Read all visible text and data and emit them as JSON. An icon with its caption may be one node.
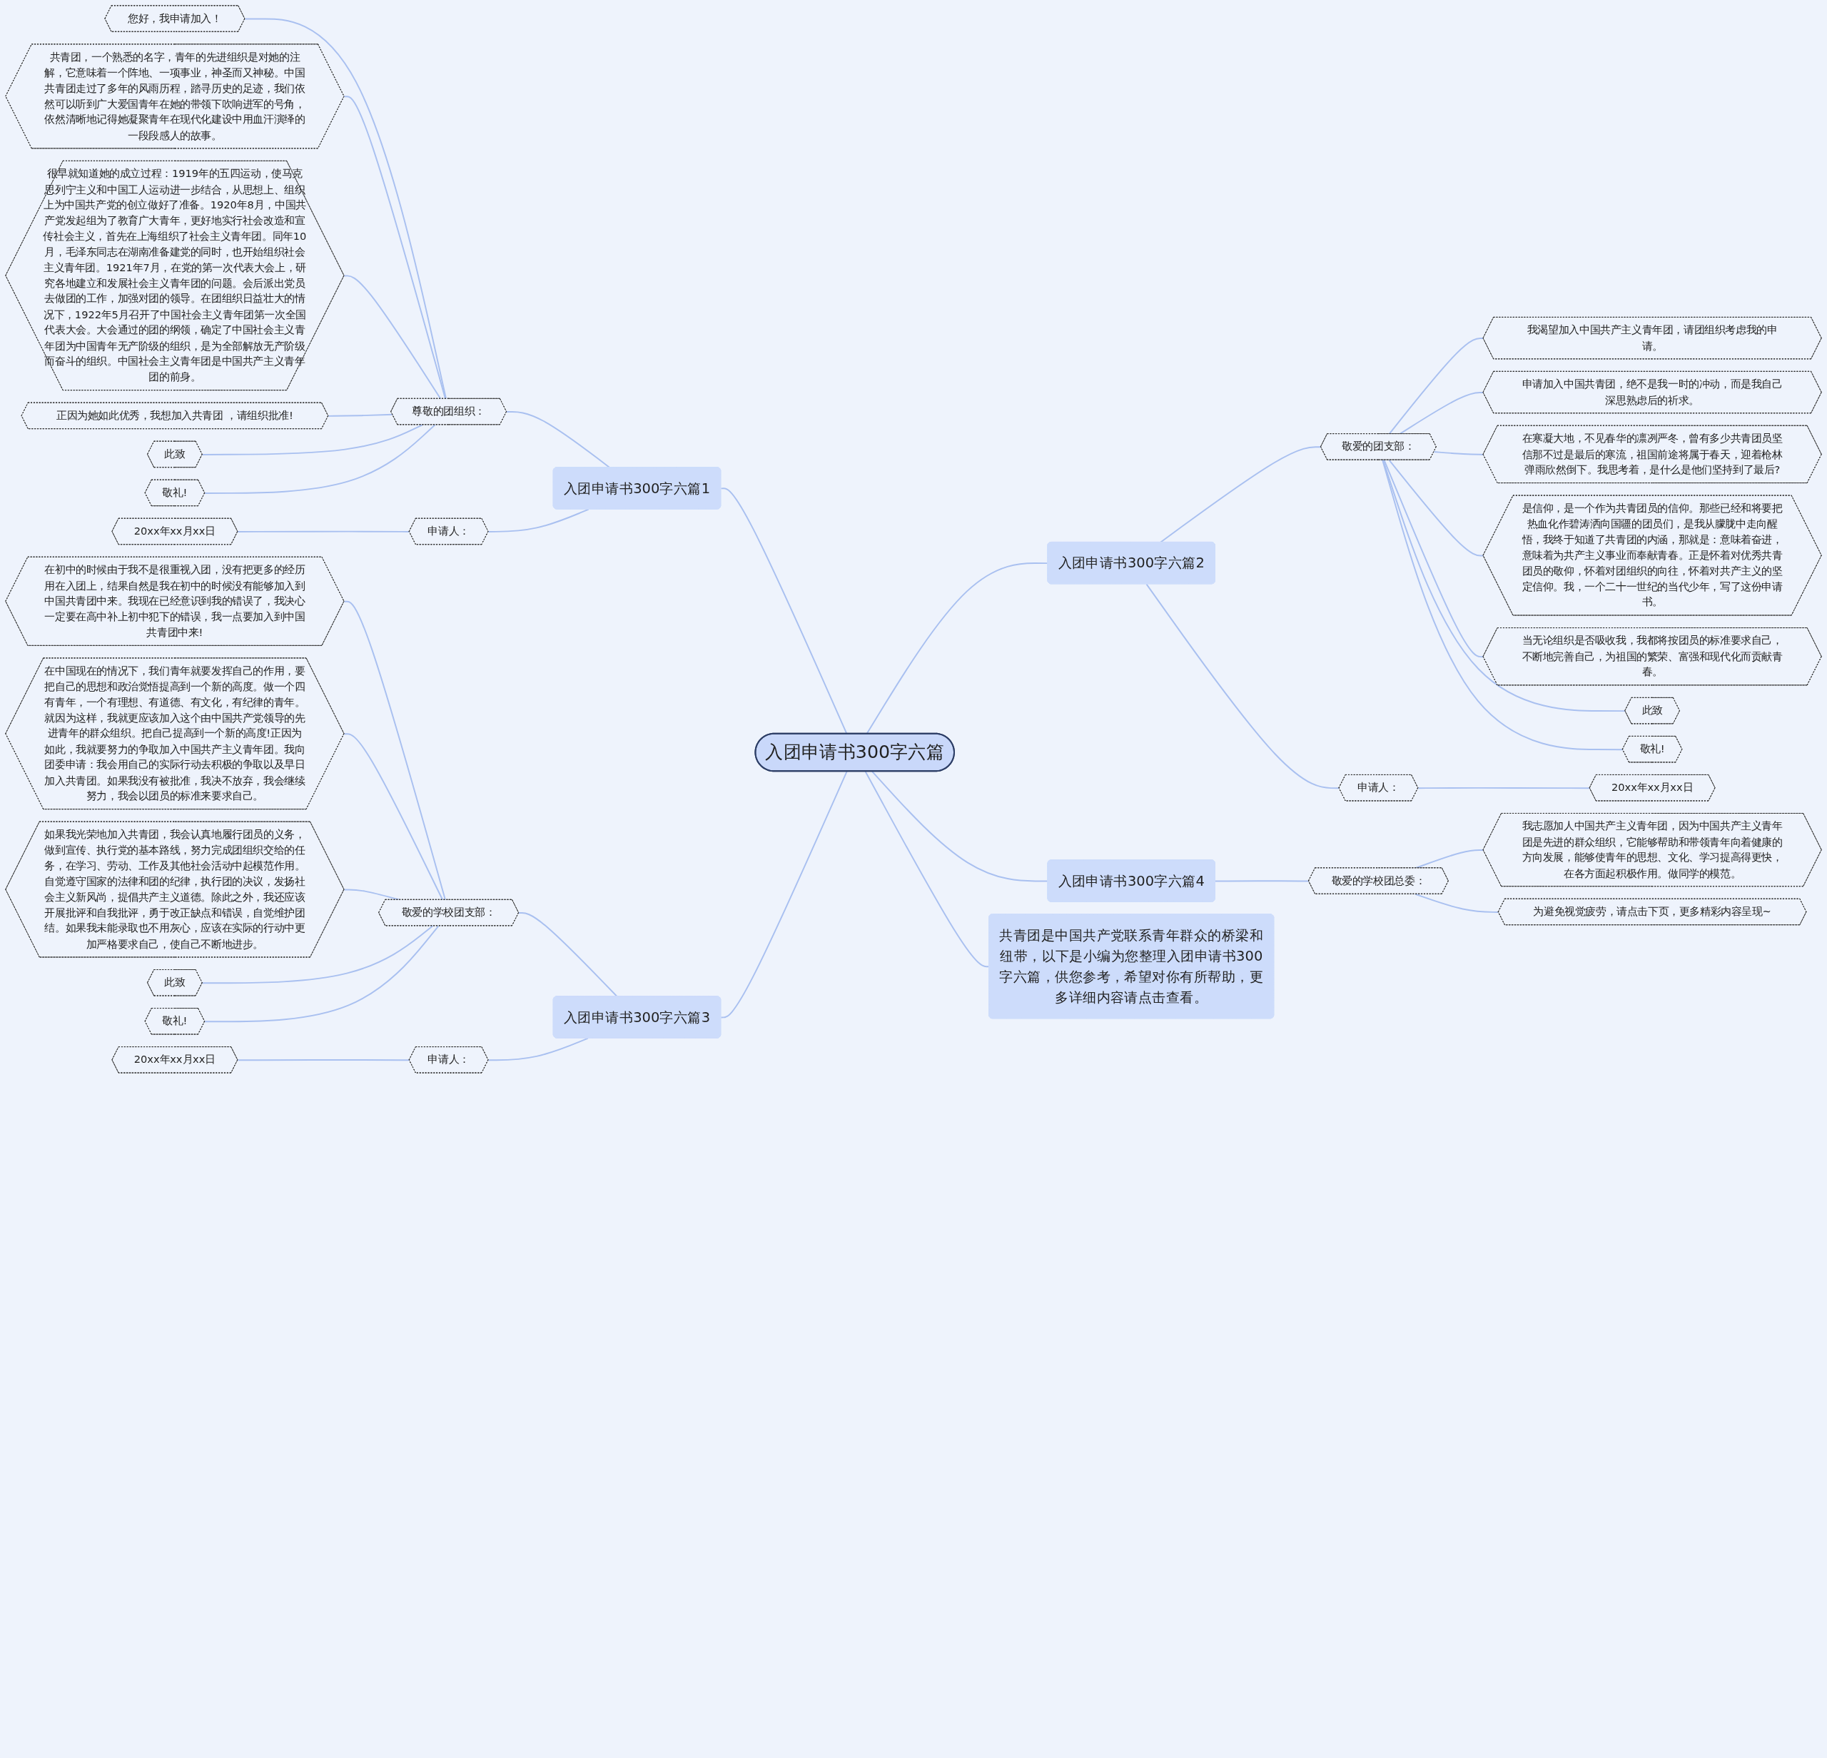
{
  "diagram": {
    "nodes": [
      {
        "text": [
          "入团申请书300字六篇"
        ]
      },
      {
        "text": [
          "共青团是中国共产党联系青年群众的桥梁和纽带，以下是小编为您整理入团申请书300字六篇，供您参考，希望对你有所帮助，更多详细内容请点击查看。"
        ]
      },
      {
        "text": [
          "入团申请书300字六篇1"
        ]
      },
      {
        "text": [
          "尊敬的团组织："
        ]
      },
      {
        "text": [
          "您好，我申请加入！"
        ]
      },
      {
        "text": [
          "共青团，一个熟悉的名字，青年的先进组织是对她的注解，它意味着一个阵地、一项事业，神圣而又神秘。中国共青团走过了多年的风雨历程，踏寻历史的足迹，我们依然可以听到广大爱国青年在她的带领下吹响进军的号角，依然清晰地记得她凝聚青年在现代化建设中用血汗演绎的一段段感人的故事。"
        ]
      },
      {
        "text": [
          "很早就知道她的成立过程：1919年的五四运动，使马克思列宁主义和中国工人运动进一步结合，从思想上、组织上为中国共产党的创立做好了准备。1920年8月，中国共产党发起组为了教育广大青年，更好地实行社会改造和宣传社会主义，首先在上海组织了社会主义青年团。同年10月，毛泽东同志在湖南准备建党的同时，也开始组织社会主义青年团。1921年7月，在党的第一次代表大会上，研究各地建立和发展社会主义青年团的问题。会后派出党员去做团的工作，加强对团的领导。在团组织日益壮大的情况下，1922年5月召开了中国社会主义青年团第一次全国代表大会。大会通过的团的纲领，确定了中国社会主义青年团为中国青年无产阶级的组织，是为全部解放无产阶级而奋斗的组织。中国社会主义青年团是中国共产主义青年团的前身。"
        ]
      },
      {
        "text": [
          "正因为她如此优秀，我想加入共青团 ，请组织批准!"
        ]
      },
      {
        "text": [
          "此致"
        ]
      },
      {
        "text": [
          "敬礼!"
        ]
      },
      {
        "text": [
          "申请人："
        ]
      },
      {
        "text": [
          "20xx年xx月xx日"
        ]
      },
      {
        "text": [
          "入团申请书300字六篇3"
        ]
      },
      {
        "text": [
          "敬爱的学校团支部："
        ]
      },
      {
        "text": [
          "在初中的时候由于我不是很重视入团，没有把更多的经历用在入团上，结果自然是我在初中的时候没有能够加入到中国共青团中来。我现在已经意识到我的错误了，我决心一定要在高中补上初中犯下的错误，我一点要加入到中国共青团中来!"
        ]
      },
      {
        "text": [
          "在中国现在的情况下，我们青年就要发挥自己的作用，要把自己的思想和政治觉悟提高到一个新的高度。做一个四有青年，一个有理想、有道德、有文化，有纪律的青年。就因为这样，我就更应该加入这个由中国共产党领导的先进青年的群众组织。把自己提高到一个新的高度!正因为如此，我就要努力的争取加入中国共产主义青年团。我向团委申请：我会用自己的实际行动去积极的争取以及早日加入共青团。如果我没有被批准，我决不放弃，我会继续努力，我会以团员的标准来要求自己。"
        ]
      },
      {
        "text": [
          "如果我光荣地加入共青团，我会认真地履行团员的义务，做到宣传、执行党的基本路线，努力完成团组织交给的任务，在学习、劳动、工作及其他社会活动中起模范作用。自觉遵守国家的法律和团的纪律，执行团的决议，发扬社会主义新风尚，提倡共产主义道德。除此之外，我还应该开展批评和自我批评，勇于改正缺点和错误，自觉维护团结。如果我未能录取也不用灰心，应该在实际的行动中更加严格要求自己，使自己不断地进步。"
        ]
      },
      {
        "text": [
          "此致"
        ]
      },
      {
        "text": [
          "敬礼!"
        ]
      },
      {
        "text": [
          "申请人："
        ]
      },
      {
        "text": [
          "20xx年xx月xx日"
        ]
      },
      {
        "text": [
          "入团申请书300字六篇2"
        ]
      },
      {
        "text": [
          "敬爱的团支部："
        ]
      },
      {
        "text": [
          "我渴望加入中国共产主义青年团，请团组织考虑我的申请。"
        ]
      },
      {
        "text": [
          "申请加入中国共青团，绝不是我一时的冲动，而是我自己深思熟虑后的祈求。"
        ]
      },
      {
        "text": [
          "在寒凝大地，不见春华的凛冽严冬，曾有多少共青团员坚信那不过是最后的寒流，祖国前途将属于春天，迎着枪林弹雨欣然倒下。我思考着，是什么是他们坚持到了最后?"
        ]
      },
      {
        "text": [
          "是信仰，是一个作为共青团员的信仰。那些已经和将要把热血化作碧涛洒向国疆的团员们，是我从朦胧中走向醒悟，我终于知道了共青团的内涵，那就是：意味着奋进，意味着为共产主义事业而奉献青春。正是怀着对优秀共青团员的敬仰，怀着对团组织的向往，怀着对共产主义的坚定信仰。我，一个二十一世纪的当代少年，写了这份申请书。"
        ]
      },
      {
        "text": [
          "当无论组织是否吸收我，我都将按团员的标准要求自己，不断地完善自己，为祖国的繁荣、富强和现代化而贡献青春。"
        ]
      },
      {
        "text": [
          "此致"
        ]
      },
      {
        "text": [
          "敬礼!"
        ]
      },
      {
        "text": [
          "申请人："
        ]
      },
      {
        "text": [
          "20xx年xx月xx日"
        ]
      },
      {
        "text": [
          "入团申请书300字六篇4"
        ]
      },
      {
        "text": [
          "敬爱的学校团总委："
        ]
      },
      {
        "text": [
          "我志愿加人中国共产主义青年团，因为中国共产主义青年团是先进的群众组织，它能够帮助和带领青年向着健康的方向发展，能够使青年的思想、文化、学习提高得更快，在各方面起积极作用。做同学的模范。"
        ]
      },
      {
        "text": [
          "为避免视觉疲劳，请点击下页，更多精彩内容呈现~"
        ]
      }
    ],
    "edges": [
      {
        "from": 2,
        "to": 0,
        "arrow": "none"
      },
      {
        "from": 3,
        "to": 2,
        "arrow": "none"
      },
      {
        "from": 4,
        "to": 3,
        "arrow": "none"
      },
      {
        "from": 5,
        "to": 3,
        "arrow": "none"
      },
      {
        "from": 6,
        "to": 3,
        "arrow": "none"
      },
      {
        "from": 7,
        "to": 3,
        "arrow": "none"
      },
      {
        "from": 8,
        "to": 3,
        "arrow": "none"
      },
      {
        "from": 9,
        "to": 3,
        "arrow": "none"
      },
      {
        "from": 10,
        "to": 2,
        "arrow": "none"
      },
      {
        "from": 11,
        "to": 10,
        "arrow": "none"
      },
      {
        "from": 12,
        "to": 0,
        "arrow": "none"
      },
      {
        "from": 13,
        "to": 12,
        "arrow": "none"
      },
      {
        "from": 14,
        "to": 13,
        "arrow": "none"
      },
      {
        "from": 15,
        "to": 13,
        "arrow": "none"
      },
      {
        "from": 16,
        "to": 13,
        "arrow": "none"
      },
      {
        "from": 17,
        "to": 13,
        "arrow": "none"
      },
      {
        "from": 18,
        "to": 13,
        "arrow": "none"
      },
      {
        "from": 19,
        "to": 12,
        "arrow": "none"
      },
      {
        "from": 20,
        "to": 19,
        "arrow": "none"
      },
      {
        "from": 0,
        "to": 1,
        "arrow": "none"
      },
      {
        "from": 0,
        "to": 21,
        "arrow": "none"
      },
      {
        "from": 21,
        "to": 22,
        "arrow": "none"
      },
      {
        "from": 22,
        "to": 23,
        "arrow": "none"
      },
      {
        "from": 22,
        "to": 24,
        "arrow": "none"
      },
      {
        "from": 22,
        "to": 25,
        "arrow": "none"
      },
      {
        "from": 22,
        "to": 26,
        "arrow": "none"
      },
      {
        "from": 22,
        "to": 27,
        "arrow": "none"
      },
      {
        "from": 22,
        "to": 28,
        "arrow": "none"
      },
      {
        "from": 22,
        "to": 29,
        "arrow": "none"
      },
      {
        "from": 21,
        "to": 30,
        "arrow": "none"
      },
      {
        "from": 30,
        "to": 31,
        "arrow": "none"
      },
      {
        "from": 0,
        "to": 32,
        "arrow": "none"
      },
      {
        "from": 32,
        "to": 33,
        "arrow": "none"
      },
      {
        "from": 33,
        "to": 34,
        "arrow": "none"
      },
      {
        "from": 33,
        "to": 35,
        "arrow": "none"
      }
    ]
  }
}
